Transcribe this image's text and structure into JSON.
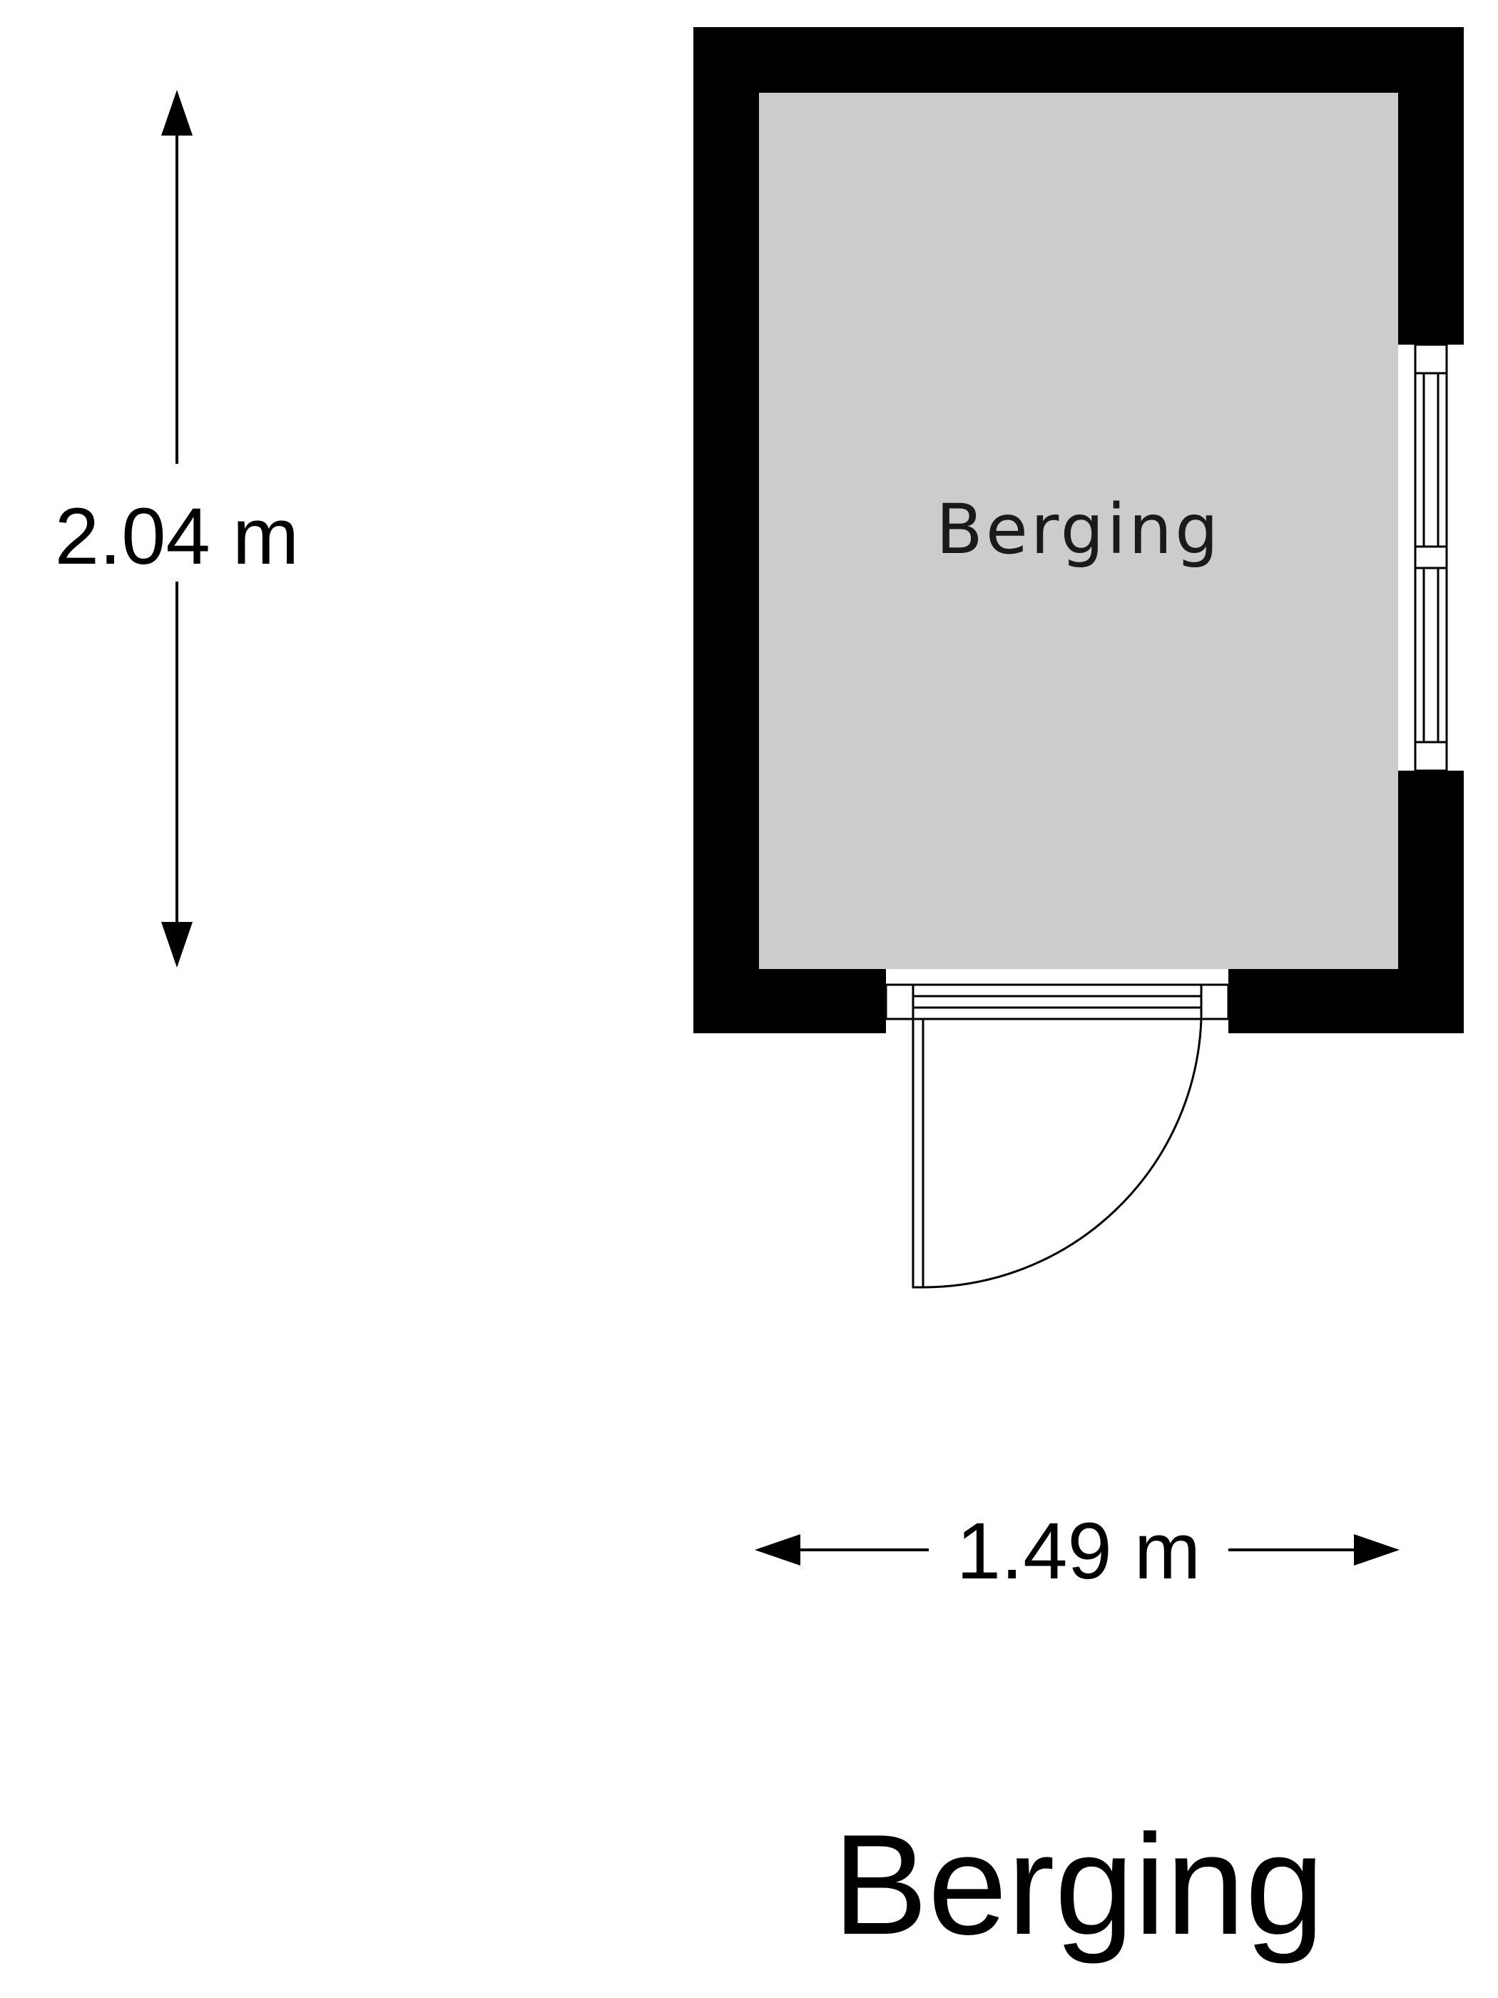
{
  "plan": {
    "floor_title": "Berging",
    "rooms": [
      {
        "name": "Berging"
      }
    ],
    "dimensions": {
      "height": "2.04 m",
      "width": "1.49 m"
    },
    "colors": {
      "wall": "#000000",
      "floor": "#cccccc",
      "background": "#ffffff",
      "line": "#000000"
    }
  }
}
